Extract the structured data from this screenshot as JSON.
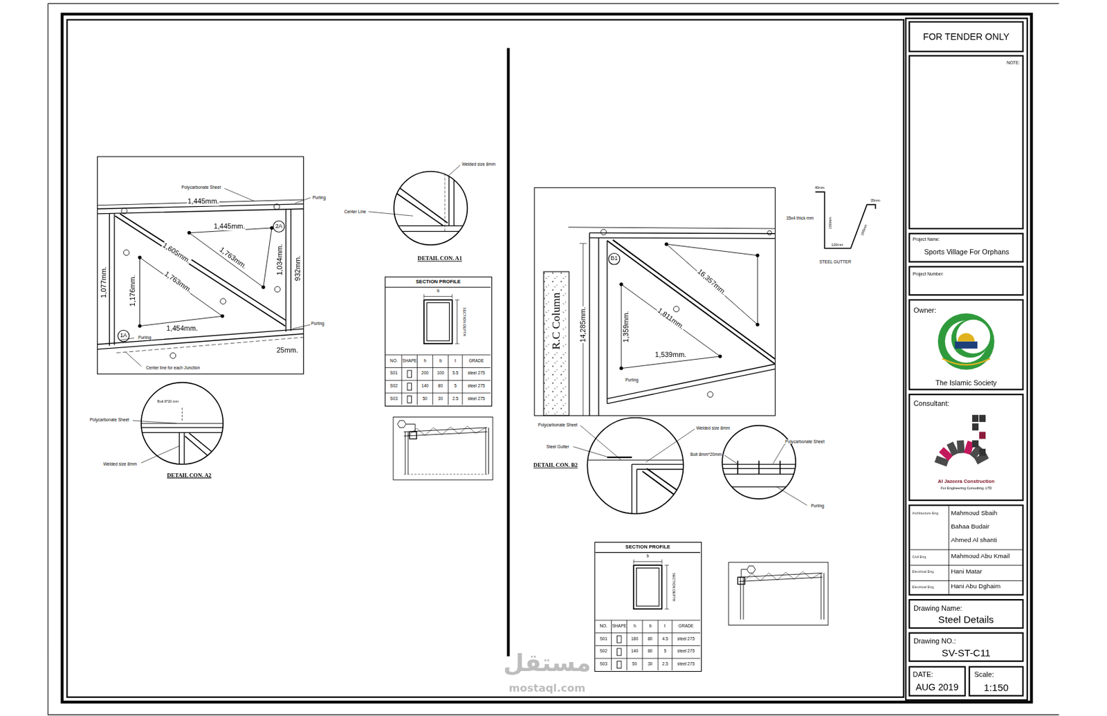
{
  "diagram": {
    "nodes": [
      {
        "text": [
          "SECTION PROFILE",
          "b",
          "SECTION DEPTH",
          "NO.",
          "SHAPE",
          "h",
          "b",
          "t",
          "GRADE",
          "S01",
          "200",
          "100",
          "5.5",
          "steel 275",
          "S02",
          "140",
          "80",
          "5",
          "steel 275",
          "S03",
          "50",
          "30",
          "2.5",
          "steel 275"
        ]
      },
      {
        "text": [
          "SECTION PROFILE",
          "b",
          "SECTION DEPTH",
          "NO.",
          "SHAPE",
          "h",
          "b",
          "t",
          "GRADE",
          "S01",
          "180",
          "80",
          "4.5",
          "steel 275",
          "S02",
          "140",
          "80",
          "5",
          "steel 275",
          "S03",
          "50",
          "30",
          "2.5",
          "steel 275"
        ]
      },
      {
        "text": [
          "FOR TENDER ONLY"
        ]
      },
      {
        "text": [
          "NOTE:"
        ]
      },
      {
        "text": [
          "Project Name:",
          "Sports Village For Orphans"
        ]
      },
      {
        "text": [
          "Project Number:"
        ]
      },
      {
        "text": [
          "Owner:",
          "The Islamic Society"
        ]
      },
      {
        "text": [
          "Consultant:",
          "Al Jazeera Construction",
          "For Engineering Consulting, LTD"
        ]
      },
      {
        "text": [
          "Architecture Eng.",
          "Mahmoud Sbaih",
          "Bahaa Budair",
          "Ahmed Al shanti",
          "Civil Eng.",
          "Mahmoud Abu Kmail",
          "Electrical Eng.",
          "Hani Matar",
          "Electrical Eng.",
          "Hani Abu Dghaim"
        ]
      },
      {
        "text": [
          "Drawing Name:",
          "Steel Details"
        ]
      },
      {
        "text": [
          "Drawing NO.:",
          "SV-ST-C11"
        ]
      },
      {
        "text": [
          "DATE:",
          "AUG 2019"
        ]
      },
      {
        "text": [
          "Scale:",
          "1:150"
        ]
      }
    ],
    "labels": [
      "Polycarbonate Sheet",
      "Purling",
      "1,445mm.",
      "1,445mm.",
      "1,763mm.",
      "1,605mm.",
      "1,034mm.",
      "932mm.",
      "1,077mm.",
      "1,176mm.",
      "1,763mm.",
      "1,454mm.",
      "2A",
      "1A",
      "Purling",
      "Purling",
      "25mm.",
      "Center line for each Junction",
      "Welded size 8mm",
      "Center Line",
      "DETAIL CON. A1",
      "Bolt 8*20 mm",
      "Polycarbonate Sheet",
      "Welded size 8mm",
      "DETAIL CON. A2",
      "R.C Column",
      "14,285mm.",
      "16,357mm.",
      "1,811mm.",
      "1,359mm.",
      "1,539mm.",
      "B1",
      "Purling",
      "40mm",
      "35x4 thick mm",
      "150mm",
      "120mm",
      "100mm",
      "35mm",
      "STEEL GUTTER",
      "Polycarbonate Sheet",
      "Welded size 8mm",
      "Steel Gutter",
      "DETAIL CON. B2",
      "Bolt 8mm*20mm",
      "Polycarbonate Sheet",
      "Purling",
      "مستقل",
      "mostaql.com"
    ]
  }
}
